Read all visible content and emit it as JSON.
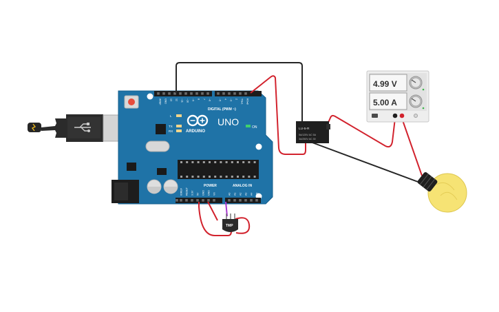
{
  "arduino": {
    "brand": "ARDUINO",
    "model": "UNO",
    "on_label": "ON",
    "digital_label": "DIGITAL (PWM ~)",
    "power_label": "POWER",
    "analog_label": "ANALOG IN",
    "led_l": "L",
    "led_tx": "TX",
    "led_rx": "RX",
    "digital_pins": [
      "AREF",
      "GND",
      "13",
      "12",
      "~11",
      "~10",
      "~9",
      "8",
      "7",
      "~6",
      "~5",
      "4",
      "~3",
      "2",
      "TX▸1",
      "RX◂0"
    ],
    "power_pins": [
      "IOREF",
      "RESET",
      "3.3V",
      "5V",
      "GND",
      "GND",
      "Vin"
    ],
    "analog_pins": [
      "A0",
      "A1",
      "A2",
      "A3",
      "A4",
      "A5"
    ]
  },
  "relay": {
    "title": "LU-5-R",
    "line1": "5A/125V AC  5A",
    "line2": "3A/250V AC  30"
  },
  "sensor": {
    "label": "TMP"
  },
  "power_supply": {
    "voltage": "4.99 V",
    "current": "5.00 A"
  },
  "colors": {
    "board": "#1f73a7",
    "wire_red": "#d2222d",
    "wire_black": "#262626",
    "bulb": "#f6e374"
  }
}
